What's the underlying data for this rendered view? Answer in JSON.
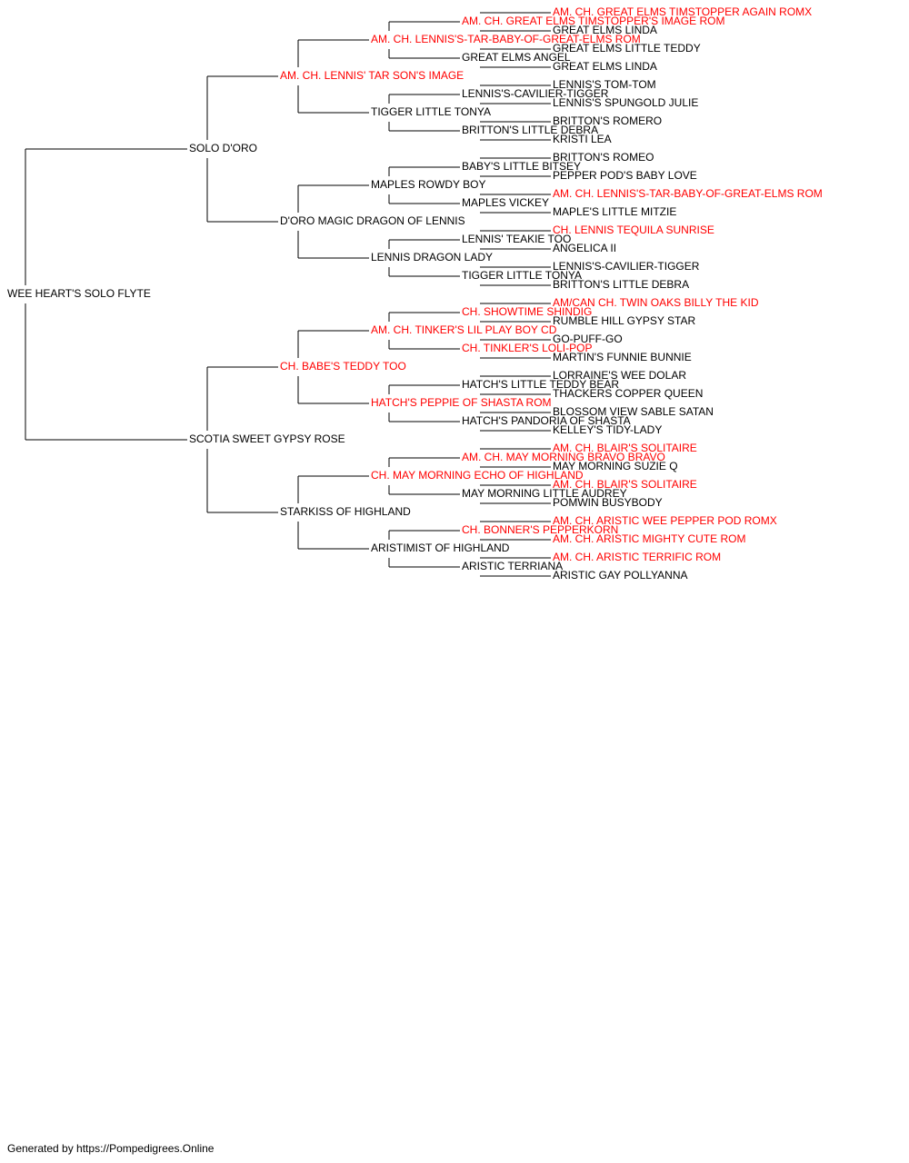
{
  "colors": {
    "line": "#000000",
    "normal_text": "#000000",
    "champion_text": "#ff0000"
  },
  "pedigree": {
    "name": "WEE HEART'S SOLO FLYTE",
    "champion": false,
    "sire": {
      "name": "SOLO D'ORO",
      "champion": false,
      "sire": {
        "name": "AM. CH. LENNIS' TAR SON'S IMAGE",
        "champion": true,
        "sire": {
          "name": "AM. CH. LENNIS'S-TAR-BABY-OF-GREAT-ELMS ROM",
          "champion": true,
          "sire": {
            "name": "AM. CH. GREAT ELMS TIMSTOPPER'S IMAGE ROM",
            "champion": true,
            "sire": {
              "name": "AM. CH. GREAT ELMS TIMSTOPPER AGAIN ROMX",
              "champion": true
            },
            "dam": {
              "name": "GREAT ELMS LINDA",
              "champion": false
            }
          },
          "dam": {
            "name": "GREAT ELMS ANGEL",
            "champion": false,
            "sire": {
              "name": "GREAT ELMS LITTLE TEDDY",
              "champion": false
            },
            "dam": {
              "name": "GREAT ELMS LINDA",
              "champion": false
            }
          }
        },
        "dam": {
          "name": "TIGGER LITTLE TONYA",
          "champion": false,
          "sire": {
            "name": "LENNIS'S-CAVILIER-TIGGER",
            "champion": false,
            "sire": {
              "name": "LENNIS'S TOM-TOM",
              "champion": false
            },
            "dam": {
              "name": "LENNIS'S SPUNGOLD JULIE",
              "champion": false
            }
          },
          "dam": {
            "name": "BRITTON'S LITTLE DEBRA",
            "champion": false,
            "sire": {
              "name": "BRITTON'S ROMERO",
              "champion": false
            },
            "dam": {
              "name": "KRISTI LEA",
              "champion": false
            }
          }
        }
      },
      "dam": {
        "name": "D'ORO MAGIC DRAGON OF LENNIS",
        "champion": false,
        "sire": {
          "name": "MAPLES ROWDY BOY",
          "champion": false,
          "sire": {
            "name": "BABY'S LITTLE BITSEY",
            "champion": false,
            "sire": {
              "name": "BRITTON'S ROMEO",
              "champion": false
            },
            "dam": {
              "name": "PEPPER POD'S BABY LOVE",
              "champion": false
            }
          },
          "dam": {
            "name": "MAPLES VICKEY",
            "champion": false,
            "sire": {
              "name": "AM. CH. LENNIS'S-TAR-BABY-OF-GREAT-ELMS ROM",
              "champion": true
            },
            "dam": {
              "name": "MAPLE'S LITTLE MITZIE",
              "champion": false
            }
          }
        },
        "dam": {
          "name": "LENNIS DRAGON LADY",
          "champion": false,
          "sire": {
            "name": "LENNIS' TEAKIE TOO",
            "champion": false,
            "sire": {
              "name": "CH. LENNIS TEQUILA SUNRISE",
              "champion": true
            },
            "dam": {
              "name": "ANGELICA II",
              "champion": false
            }
          },
          "dam": {
            "name": "TIGGER LITTLE TONYA",
            "champion": false,
            "sire": {
              "name": "LENNIS'S-CAVILIER-TIGGER",
              "champion": false
            },
            "dam": {
              "name": "BRITTON'S LITTLE DEBRA",
              "champion": false
            }
          }
        }
      }
    },
    "dam": {
      "name": "SCOTIA SWEET GYPSY ROSE",
      "champion": false,
      "sire": {
        "name": "CH. BABE'S TEDDY TOO",
        "champion": true,
        "sire": {
          "name": "AM. CH. TINKER'S LIL PLAY BOY CD",
          "champion": true,
          "sire": {
            "name": "CH. SHOWTIME SHINDIG",
            "champion": true,
            "sire": {
              "name": "AM/CAN CH. TWIN OAKS BILLY THE KID",
              "champion": true
            },
            "dam": {
              "name": "RUMBLE HILL GYPSY STAR",
              "champion": false
            }
          },
          "dam": {
            "name": "CH. TINKLER'S LOLI-POP",
            "champion": true,
            "sire": {
              "name": "GO-PUFF-GO",
              "champion": false
            },
            "dam": {
              "name": "MARTIN'S FUNNIE BUNNIE",
              "champion": false
            }
          }
        },
        "dam": {
          "name": "HATCH'S PEPPIE OF SHASTA ROM",
          "champion": true,
          "sire": {
            "name": "HATCH'S LITTLE TEDDY BEAR",
            "champion": false,
            "sire": {
              "name": "LORRAINE'S WEE DOLAR",
              "champion": false
            },
            "dam": {
              "name": "THACKERS COPPER QUEEN",
              "champion": false
            }
          },
          "dam": {
            "name": "HATCH'S PANDORIA OF SHASTA",
            "champion": false,
            "sire": {
              "name": "BLOSSOM VIEW SABLE SATAN",
              "champion": false
            },
            "dam": {
              "name": "KELLEY'S TIDY-LADY",
              "champion": false
            }
          }
        }
      },
      "dam": {
        "name": "STARKISS OF HIGHLAND",
        "champion": false,
        "sire": {
          "name": "CH. MAY MORNING ECHO OF HIGHLAND",
          "champion": true,
          "sire": {
            "name": "AM. CH. MAY MORNING BRAVO BRAVO",
            "champion": true,
            "sire": {
              "name": "AM. CH. BLAIR'S SOLITAIRE",
              "champion": true
            },
            "dam": {
              "name": "MAY MORNING SUZIE Q",
              "champion": false
            }
          },
          "dam": {
            "name": "MAY MORNING LITTLE AUDREY",
            "champion": false,
            "sire": {
              "name": "AM. CH. BLAIR'S SOLITAIRE",
              "champion": true
            },
            "dam": {
              "name": "POMWIN BUSYBODY",
              "champion": false
            }
          }
        },
        "dam": {
          "name": "ARISTIMIST OF HIGHLAND",
          "champion": false,
          "sire": {
            "name": "CH. BONNER'S PEPPERKORN",
            "champion": true,
            "sire": {
              "name": "AM. CH. ARISTIC WEE PEPPER POD ROMX",
              "champion": true
            },
            "dam": {
              "name": "AM. CH. ARISTIC MIGHTY CUTE ROM",
              "champion": true
            }
          },
          "dam": {
            "name": "ARISTIC TERRIANA",
            "champion": false,
            "sire": {
              "name": "AM. CH. ARISTIC TERRIFIC ROM",
              "champion": true
            },
            "dam": {
              "name": "ARISTIC GAY POLLYANNA",
              "champion": false
            }
          }
        }
      }
    }
  },
  "footer": {
    "text": "Generated by https://Pompedigrees.Online"
  }
}
